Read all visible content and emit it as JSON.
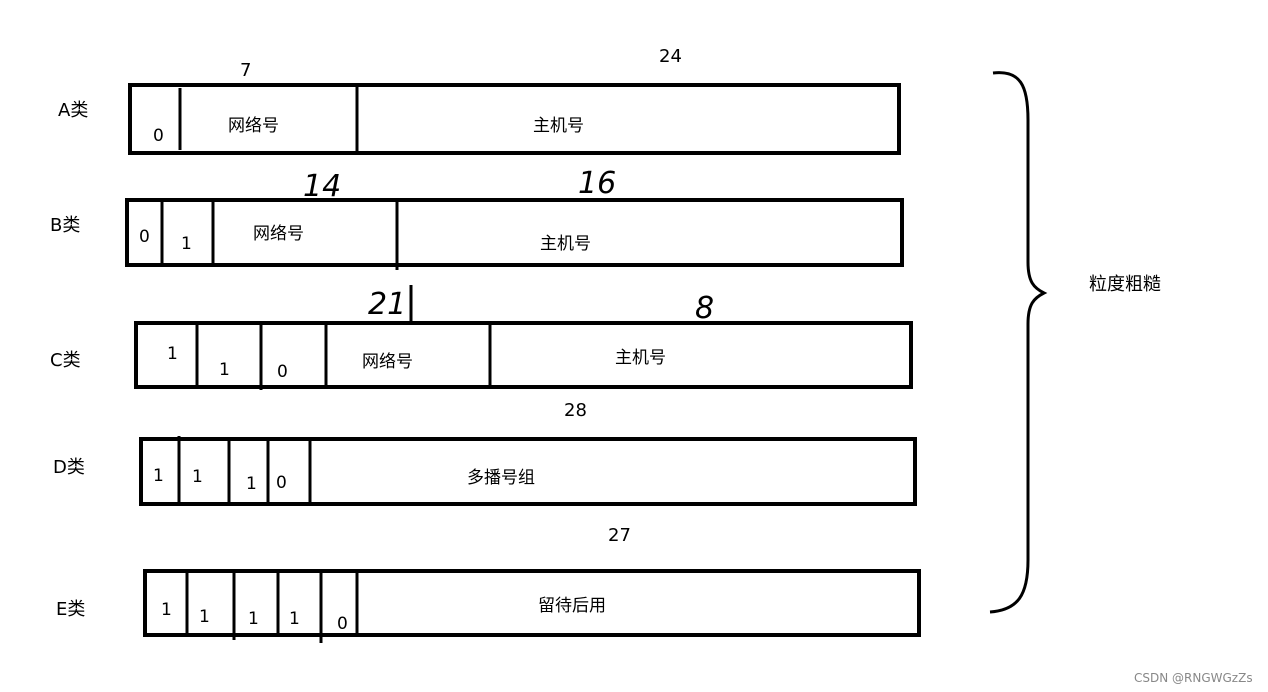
{
  "rows": [
    {
      "label": "A类",
      "bits": [
        "0"
      ],
      "field1": "网络号",
      "field2": "主机号",
      "counts": [
        "7",
        "24"
      ]
    },
    {
      "label": "B类",
      "bits": [
        "0",
        "1"
      ],
      "field1": "网络号",
      "field2": "主机号",
      "counts": [
        "14",
        "16"
      ]
    },
    {
      "label": "C类",
      "bits": [
        "1",
        "1",
        "0"
      ],
      "field1": "网络号",
      "field2": "主机号",
      "counts": [
        "21",
        "8"
      ]
    },
    {
      "label": "D类",
      "bits": [
        "1",
        "1",
        "1",
        "0"
      ],
      "field1": "多播号组",
      "counts": [
        "28"
      ]
    },
    {
      "label": "E类",
      "bits": [
        "1",
        "1",
        "1",
        "1",
        "0"
      ],
      "field1": "留待后用",
      "counts": [
        "27"
      ]
    }
  ],
  "brace_label": "粒度粗糙",
  "watermark": "CSDN @RNGWGzZs"
}
